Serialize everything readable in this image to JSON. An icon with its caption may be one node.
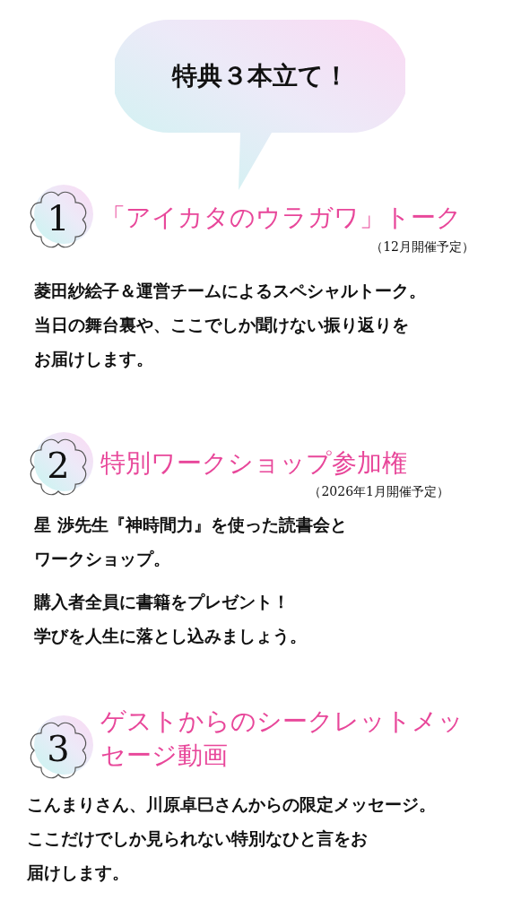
{
  "diagram": {
    "nodes": [
      {
        "text": [
          "特典３本立て！"
        ]
      },
      {
        "text": [
          "1"
        ]
      },
      {
        "text": [
          "2"
        ]
      },
      {
        "text": [
          "3"
        ]
      }
    ],
    "labels": [
      "「アイカタのウラガワ」トーク",
      "（12月開催予定）",
      "菱田紗絵子＆運営チームによるスペシャルトーク。",
      "当日の舞台裏や、ここでしか聞けない振り返りをお届けします。",
      "特別ワークショップ参加権",
      "（2026年1月開催予定）",
      "星 渉先生『神時間力』を使った読書会とワークショップ。",
      "購入者全員に書籍をプレゼント！",
      "学びを人生に落とし込みましょう。",
      "ゲストからのシークレットメッセージ動画",
      "こんまりさん、川原卓巳さんからの限定メッセージ。",
      "ここだけでしか見られない特別なひと言をお届けします。"
    ]
  }
}
